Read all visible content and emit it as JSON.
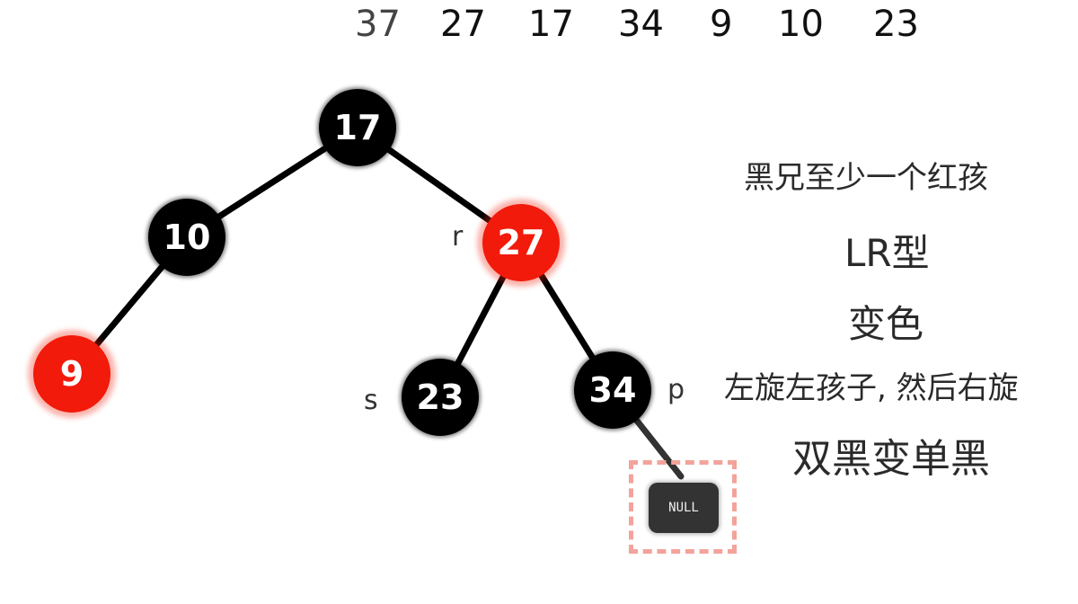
{
  "sequence": [
    "37",
    "27",
    "17",
    "34",
    "9",
    "10",
    "23"
  ],
  "tree": {
    "nodes": [
      {
        "id": "n17",
        "value": "17",
        "color": "black"
      },
      {
        "id": "n10",
        "value": "10",
        "color": "black"
      },
      {
        "id": "n27",
        "value": "27",
        "color": "red"
      },
      {
        "id": "n9",
        "value": "9",
        "color": "red"
      },
      {
        "id": "n23",
        "value": "23",
        "color": "black"
      },
      {
        "id": "n34",
        "value": "34",
        "color": "black"
      }
    ],
    "null_leaf": "NULL",
    "labels": {
      "r": "r",
      "s": "s",
      "p": "p"
    }
  },
  "notes": [
    "黑兄至少一个红孩",
    "LR型",
    "变色",
    "左旋左孩子, 然后右旋",
    "双黑变单黑"
  ],
  "colors": {
    "red_node": "#f21a0a",
    "black_node": "#000000",
    "null_frame": "#f3a39b"
  }
}
